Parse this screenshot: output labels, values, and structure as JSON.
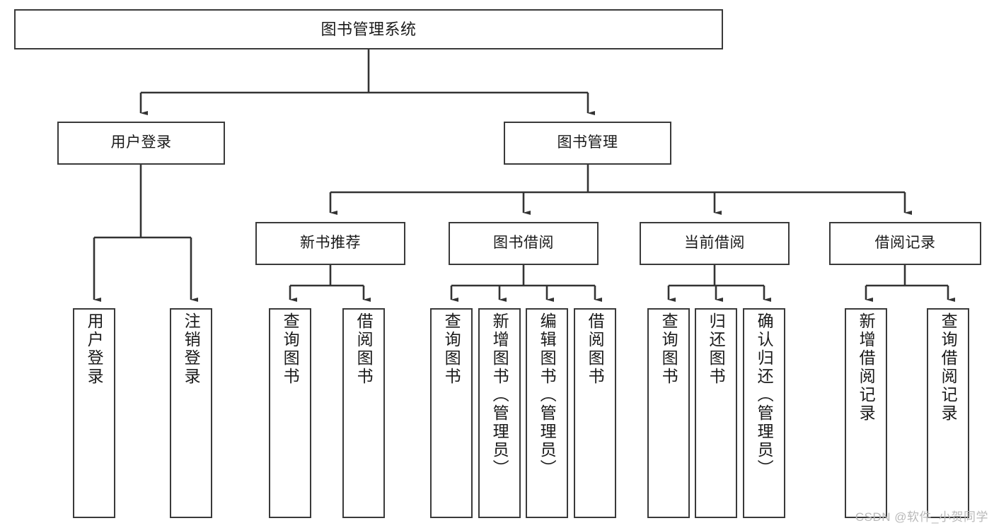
{
  "diagram": {
    "title": "图书管理系统",
    "watermark": "CSDN @软件_小贺同学",
    "colors": {
      "box_border": "#3a3a3a",
      "box_fill": "#ffffff",
      "edge": "#333333",
      "text": "#1a1a1a",
      "watermark": "#b9b9b9",
      "background": "#ffffff"
    },
    "nodes": {
      "root": {
        "label": "图书管理系统",
        "level": 0
      },
      "user_login": {
        "label": "用户登录",
        "level": 1
      },
      "book_mgmt": {
        "label": "图书管理",
        "level": 1
      },
      "new_book_rec": {
        "label": "新书推荐",
        "level": 2
      },
      "book_borrow": {
        "label": "图书借阅",
        "level": 2
      },
      "current_borrow": {
        "label": "当前借阅",
        "level": 2
      },
      "borrow_record": {
        "label": "借阅记录",
        "level": 2
      },
      "leaf_user_login": {
        "label": "用户登录",
        "level": 2
      },
      "leaf_logout": {
        "label": "注销登录",
        "level": 2
      },
      "leaf_query_book_1": {
        "label": "查询图书",
        "level": 3
      },
      "leaf_borrow_book_1": {
        "label": "借阅图书",
        "level": 3
      },
      "leaf_query_book_2": {
        "label": "查询图书",
        "level": 3
      },
      "leaf_add_book": {
        "label": "新增图书（管理员）",
        "level": 3
      },
      "leaf_edit_book": {
        "label": "编辑图书（管理员）",
        "level": 3
      },
      "leaf_borrow_book_2": {
        "label": "借阅图书",
        "level": 3
      },
      "leaf_query_book_3": {
        "label": "查询图书",
        "level": 3
      },
      "leaf_return_book": {
        "label": "归还图书",
        "level": 3
      },
      "leaf_confirm_return": {
        "label": "确认归还（管理员）",
        "level": 3
      },
      "leaf_add_record": {
        "label": "新增借阅记录",
        "level": 3
      },
      "leaf_query_record": {
        "label": "查询借阅记录",
        "level": 3
      }
    }
  }
}
